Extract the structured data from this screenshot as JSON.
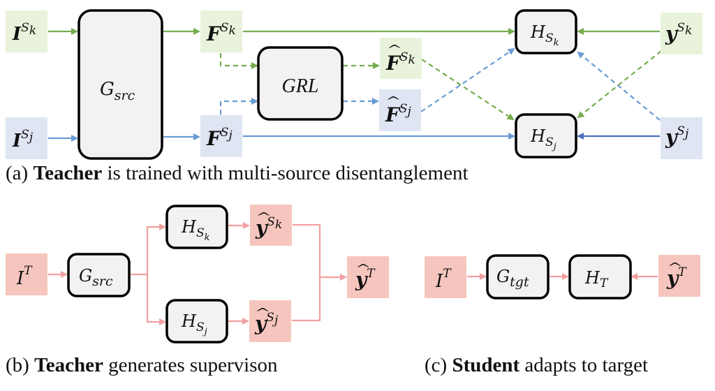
{
  "colors": {
    "green_fill": "#e9f3dc",
    "blue_fill": "#dfe5f3",
    "pink_fill": "#f6c6be",
    "module_fill": "#f2f2f2",
    "green_line": "#76ad4f",
    "blue_line": "#6a9bd6",
    "dark_blue_line": "#4a6fc0",
    "pink_line": "#f2a0a0"
  },
  "panel_a": {
    "inputs": [
      {
        "base": "I",
        "sup": "S",
        "sub": "k"
      },
      {
        "base": "I",
        "sup": "S",
        "sub": "j"
      }
    ],
    "encoder": {
      "base": "G",
      "sub": "src"
    },
    "features": [
      {
        "base": "F",
        "sup": "S",
        "sub": "k"
      },
      {
        "base": "F",
        "sup": "S",
        "sub": "j"
      }
    ],
    "grl": "GRL",
    "reversed_features": [
      {
        "hat": "^",
        "base": "F",
        "sup": "S",
        "sub": "k"
      },
      {
        "hat": "^",
        "base": "F",
        "sup": "S",
        "sub": "j"
      }
    ],
    "heads": [
      {
        "base": "H",
        "sub": "S",
        "subsub": "k"
      },
      {
        "base": "H",
        "sub": "S",
        "subsub": "j"
      }
    ],
    "labels": [
      {
        "base": "y",
        "sup": "S",
        "sub": "k"
      },
      {
        "base": "y",
        "sup": "S",
        "sub": "j"
      }
    ],
    "caption": {
      "prefix": "(a) ",
      "bold": "Teacher",
      "rest": " is trained with multi-source disentanglement"
    }
  },
  "panel_b": {
    "input": {
      "base": "I",
      "sup": "T"
    },
    "encoder": {
      "base": "G",
      "sub": "src"
    },
    "heads": [
      {
        "base": "H",
        "sub": "S",
        "subsub": "k"
      },
      {
        "base": "H",
        "sub": "S",
        "subsub": "j"
      }
    ],
    "predictions": [
      {
        "hat": "^",
        "base": "y",
        "sup": "S",
        "sub": "k"
      },
      {
        "hat": "^",
        "base": "y",
        "sup": "S",
        "sub": "j"
      }
    ],
    "ensemble": {
      "hat": "^",
      "base": "y",
      "sup": "T"
    },
    "caption": {
      "prefix": "(b) ",
      "bold": "Teacher",
      "rest": " generates supervison"
    }
  },
  "panel_c": {
    "input": {
      "base": "I",
      "sup": "T"
    },
    "encoder": {
      "base": "G",
      "sub": "tgt"
    },
    "head": {
      "base": "H",
      "sub": "T"
    },
    "pseudo_label": {
      "hat": "^",
      "base": "y",
      "sup": "T"
    },
    "caption": {
      "prefix": "(c) ",
      "bold": "Student",
      "rest": " adapts to target"
    }
  }
}
